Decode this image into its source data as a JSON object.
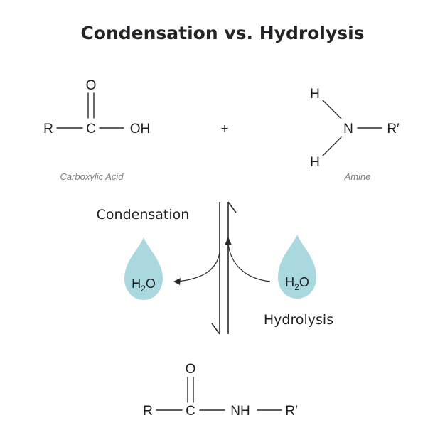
{
  "title": "Condensation vs. Hydrolysis",
  "carboxylic_acid": {
    "r": "R",
    "c": "C",
    "o": "O",
    "oh": "OH",
    "caption": "Carboxylic Acid"
  },
  "plus": "+",
  "amine": {
    "h_top": "H",
    "h_bottom": "H",
    "n": "N",
    "r_prime": "R′",
    "caption": "Amine"
  },
  "condensation_label": "Condensation",
  "hydrolysis_label": "Hydrolysis",
  "water_left": {
    "h": "H",
    "sub": "2",
    "o": "O"
  },
  "water_right": {
    "h": "H",
    "sub": "2",
    "o": "O"
  },
  "amide": {
    "r": "R",
    "c": "C",
    "o": "O",
    "nh": "NH",
    "r_prime": "R′"
  },
  "colors": {
    "drop": "#a9d9df",
    "ink": "#1f1f23",
    "caption": "#7d7d7d"
  }
}
